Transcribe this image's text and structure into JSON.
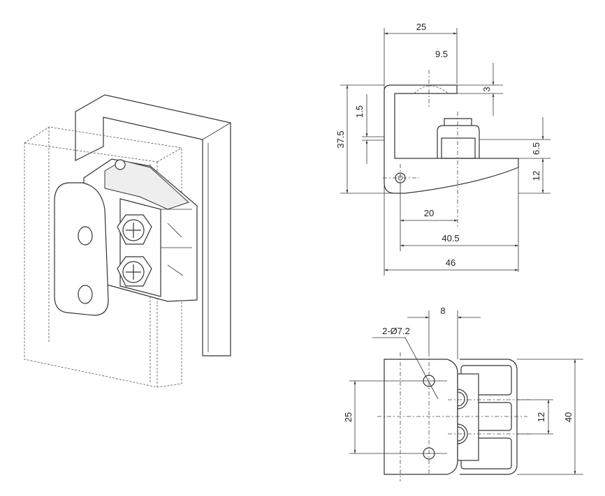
{
  "side_view": {
    "dim_width_top": "25",
    "dim_offset": "9.5",
    "dim_plate_thickness": "3",
    "dim_gap": "1.5",
    "dim_height": "37.5",
    "dim_nut_height": "6.5",
    "dim_base_height": "12",
    "dim_hole_to_center": "20",
    "dim_hole_to_end": "40.5",
    "dim_total_length": "46"
  },
  "bottom_view": {
    "dim_hole_offset": "8",
    "hole_callout": "2-Ø7.2",
    "dim_hole_spacing": "25",
    "dim_screw_spacing": "12",
    "dim_total_height": "40"
  }
}
